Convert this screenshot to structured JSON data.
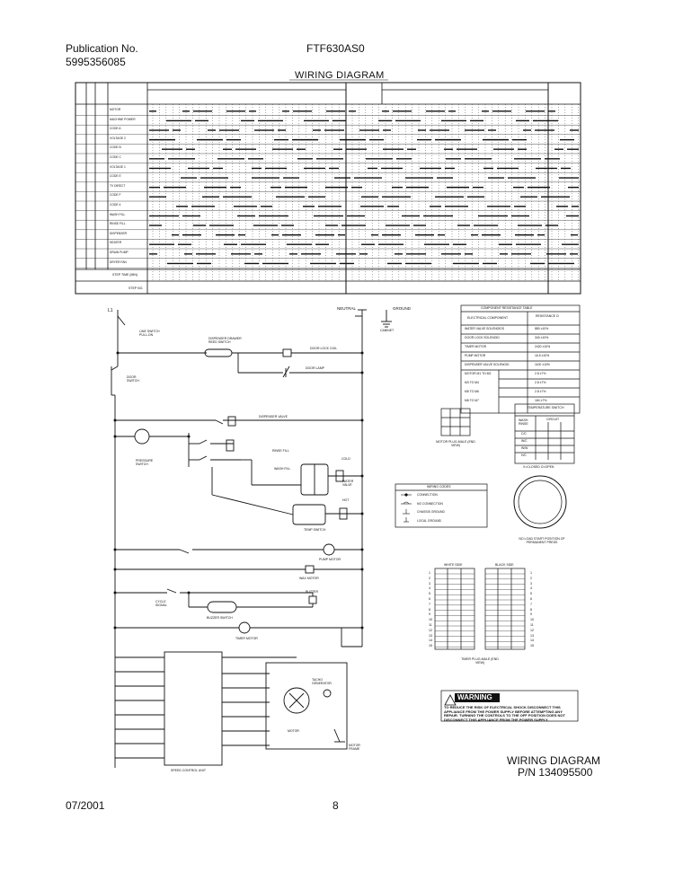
{
  "header": {
    "publication_label": "Publication No.",
    "publication_number": "5995356085",
    "model": "FTF630AS0"
  },
  "page_title": "WIRING DIAGRAM",
  "footer": {
    "date": "07/2001",
    "page": "8",
    "diagram_title": "WIRING DIAGRAM",
    "part_number": "P/N 134095500"
  },
  "schematic": {
    "neutral": "NEUTRAL",
    "ground": "GROUND",
    "l1": "L1",
    "line_switch": "LINE SWITCH PULL-ON",
    "dispenser_drawer": "DISPENSER DRAWER REED SWITCH",
    "door_lock_coil": "DOOR LOCK COIL",
    "door_lamp": "DOOR LAMP",
    "door_switch": "DOOR SWITCH",
    "dispenser_valve": "DISPENSER VALVE",
    "pressure_switch": "PRESSURE SWITCH",
    "rinse_fill": "RINSE FILL",
    "wash_fill": "WASH FILL",
    "cold": "COLD",
    "hot": "HOT",
    "water_valve": "WATER VALVE",
    "temp_switch": "TEMP SWITCH",
    "pump_motor": "PUMP MOTOR",
    "wax_motor": "WAX MOTOR",
    "buzzer": "BUZZER",
    "cycle_signal": "CYCLE SIGNAL",
    "buzzer_switch": "BUZZER SWITCH",
    "timer_motor": "TIMER MOTOR",
    "tacho_generator": "TACHO GENERATOR",
    "motor": "MOTOR",
    "motor_frame": "MOTOR FRAME",
    "speed_control_unit": "SPEED CONTROL UNIT",
    "cabinet": "CABINET"
  },
  "resistance_table": {
    "title": "COMPONENT RESISTANCE TABLE",
    "col1": "ELECTRICAL COMPONENT",
    "col2": "RESISTANCE Ω",
    "rows": [
      [
        "WATER VALVE SOLENOIDS",
        "880 ±10%"
      ],
      [
        "DOOR LOCK SOLENOID",
        "340 ±10%"
      ],
      [
        "TIMER MOTOR",
        "2420 ±10%"
      ],
      [
        "PUMP MOTOR",
        "16.5 ±10%"
      ],
      [
        "DISPENSER VALVE SOLENOID",
        "1100 ±10%"
      ],
      [
        "MOTOR  M1 TO M2",
        "2.8 ±7%"
      ],
      [
        "M3 TO M4",
        "2.8 ±7%"
      ],
      [
        "M5 TO M6",
        "2.8 ±7%"
      ],
      [
        "M6 TO M7",
        "184 ±7%"
      ]
    ]
  },
  "motor_plug": "MOTOR PLUG-MALE (END VIEW)",
  "temp_table": {
    "title": "TEMPERATURE SWITCH",
    "head": [
      "WASH RINSE",
      "CIRCUIT"
    ],
    "rows": [
      "C/C",
      "W/C",
      "W/W",
      "H/C"
    ],
    "note": "X=CLOSED O=OPEN"
  },
  "wiring_codes": {
    "title": "WIRING CODES",
    "items": [
      "CONNECTION",
      "NO CONNECTION",
      "CHASSIS GROUND",
      "LOCAL GROUND"
    ]
  },
  "dial_note": "NO LOAD START POSITION OF PERMANENT PRESS",
  "timer_plug": {
    "white_side": "WHITE SIDE",
    "black_side": "BLACK SIDE",
    "label": "TIMER PLUG-MALE (END VIEW)",
    "rows": [
      "1",
      "2",
      "3",
      "4",
      "5",
      "6",
      "7",
      "8",
      "9",
      "10",
      "11",
      "12",
      "13",
      "14",
      "15"
    ]
  },
  "warning": {
    "badge": "WARNING",
    "text": "TO REDUCE THE RISK OF ELECTRICAL SHOCK DISCONNECT THIS APPLIANCE FROM THE POWER SUPPLY BEFORE ATTEMPTING ANY REPAIR. TURNING THE CONTROLS TO THE OFF POSITION DOES NOT DISCONNECT THIS APPLIANCE FROM THE POWER SUPPLY."
  },
  "sequence_chart": {
    "left_rows": [
      "MOTOR",
      "MACHINE POWER",
      "CODE A",
      "VOLTAGE 2",
      "CODE B",
      "CODE C",
      "VOLTAGE 1",
      "CODE E",
      "TV DIRECT",
      "CODE F",
      "CODE 4",
      "WASH FILL",
      "RINSE FILL",
      "DISPENSER",
      "HEATER",
      "DRAIN PUMP",
      "DRYER FAN"
    ],
    "footer": [
      "STEP TIME (MIN)",
      "STEP NO."
    ]
  }
}
